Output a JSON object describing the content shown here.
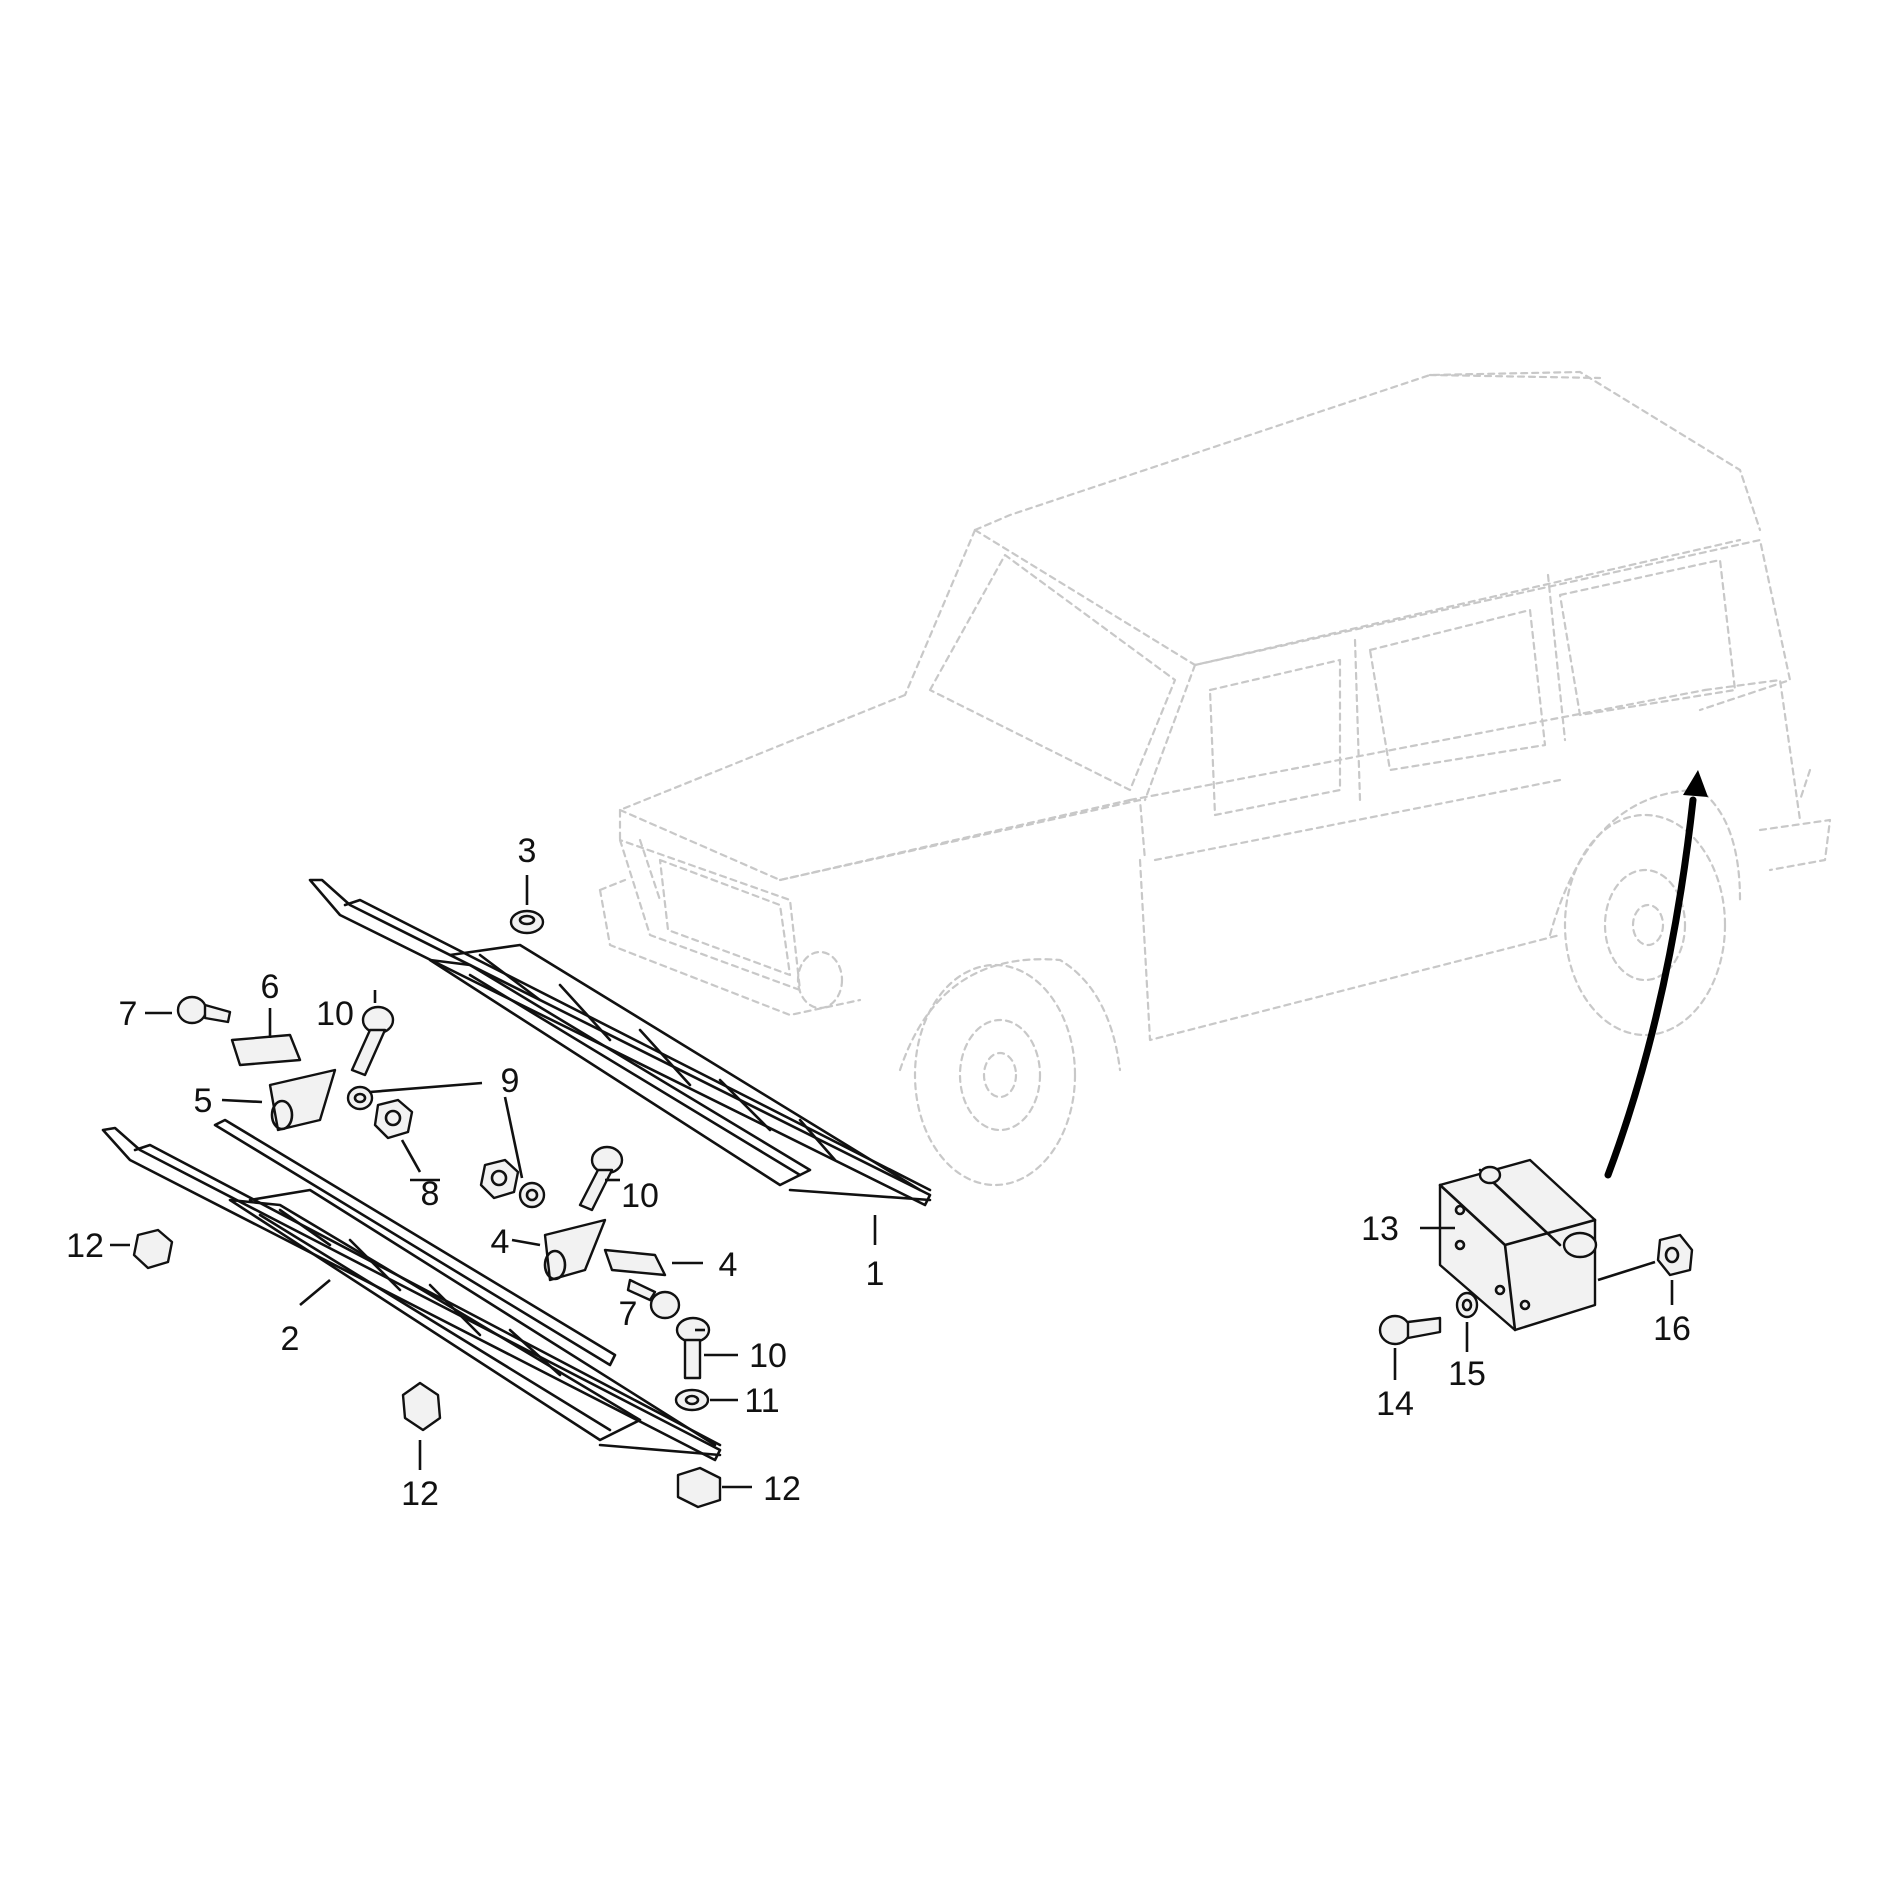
{
  "diagram": {
    "type": "exploded-parts-diagram",
    "subject": "running board (side step) assembly",
    "callouts": [
      {
        "id": "c1",
        "label": "1"
      },
      {
        "id": "c2",
        "label": "2"
      },
      {
        "id": "c3",
        "label": "3"
      },
      {
        "id": "c4a",
        "label": "4"
      },
      {
        "id": "c4b",
        "label": "4"
      },
      {
        "id": "c5",
        "label": "5"
      },
      {
        "id": "c6",
        "label": "6"
      },
      {
        "id": "c7a",
        "label": "7"
      },
      {
        "id": "c7b",
        "label": "7"
      },
      {
        "id": "c8",
        "label": "8"
      },
      {
        "id": "c9",
        "label": "9"
      },
      {
        "id": "c10a",
        "label": "10"
      },
      {
        "id": "c10b",
        "label": "10"
      },
      {
        "id": "c10c",
        "label": "10"
      },
      {
        "id": "c11",
        "label": "11"
      },
      {
        "id": "c12a",
        "label": "12"
      },
      {
        "id": "c12b",
        "label": "12"
      },
      {
        "id": "c12c",
        "label": "12"
      },
      {
        "id": "c13",
        "label": "13"
      },
      {
        "id": "c14",
        "label": "14"
      },
      {
        "id": "c15",
        "label": "15"
      },
      {
        "id": "c16",
        "label": "16"
      }
    ],
    "colors": {
      "vehicle_outline": "#c8c8c8",
      "parts": "#111111",
      "arrow": "#000000"
    }
  }
}
